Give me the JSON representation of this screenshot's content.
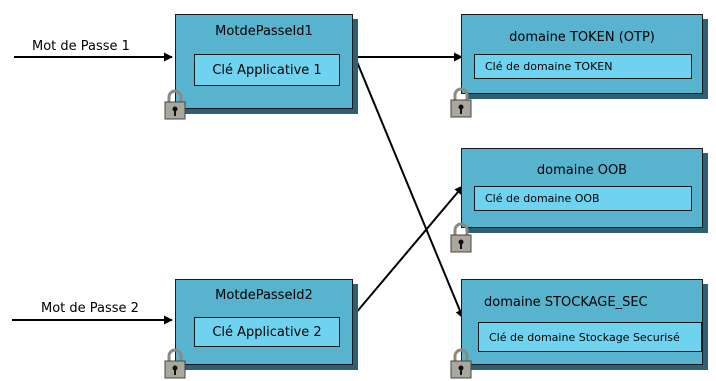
{
  "inputs": [
    {
      "label": "Mot de Passe 1"
    },
    {
      "label": "Mot de Passe 2"
    }
  ],
  "password_boxes": [
    {
      "title": "MotdePasseId1",
      "key_label": "Clé Applicative 1"
    },
    {
      "title": "MotdePasseId2",
      "key_label": "Clé Applicative 2"
    }
  ],
  "domain_boxes": [
    {
      "title": "domaine TOKEN (OTP)",
      "key_label": "Clé de domaine TOKEN"
    },
    {
      "title": "domaine OOB",
      "key_label": "Clé de domaine OOB"
    },
    {
      "title": "domaine STOCKAGE_SEC",
      "key_label": "Clé de domaine Stockage Securisé"
    }
  ],
  "icons": {
    "lock": "padlock-icon"
  },
  "colors": {
    "box_fill": "#58b3cf",
    "inner_fill": "#6fd3ef",
    "shadow": "#2f5f72",
    "lock_body": "#aaa79c",
    "lock_shackle": "#8c8a80"
  }
}
